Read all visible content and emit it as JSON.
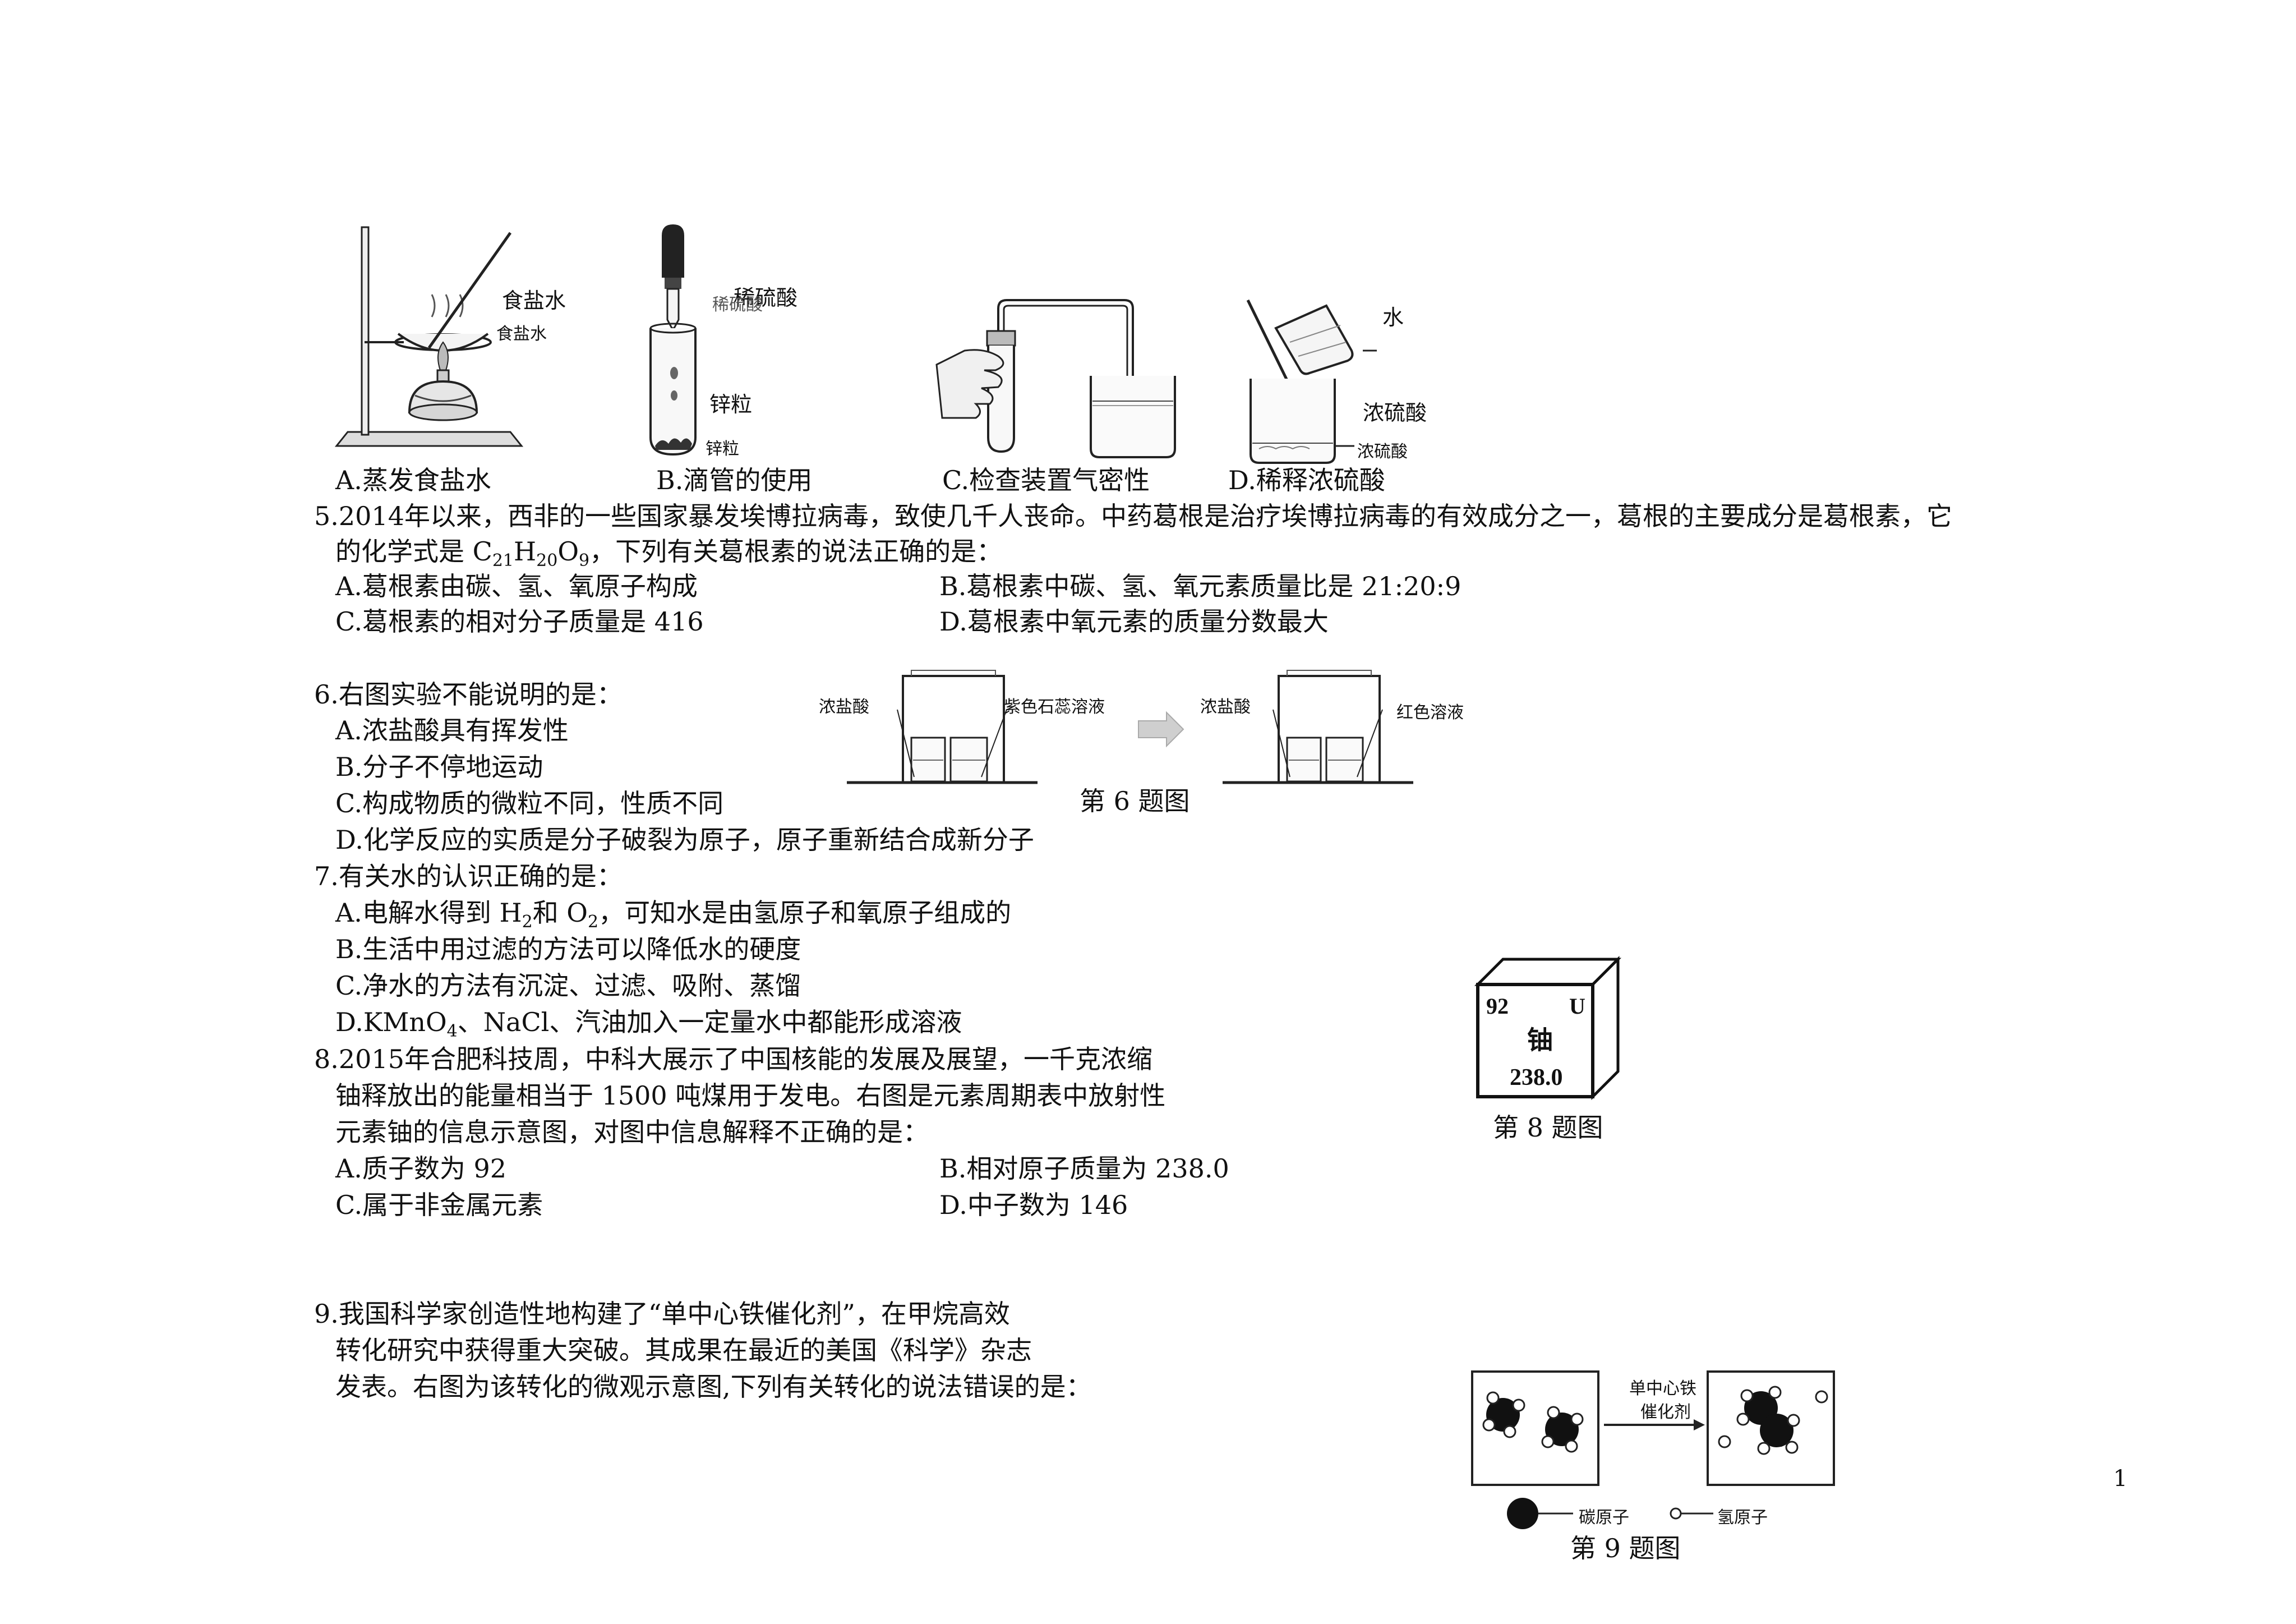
{
  "figure_apparatus": {
    "a_labels": [
      "食盐水",
      "食盐水"
    ],
    "b_labels": [
      "稀硫酸",
      "稀硫酸",
      "锌粒",
      "锌粒"
    ],
    "d_labels": [
      "水",
      "浓硫酸",
      "浓硫酸"
    ],
    "captions": [
      "A.蒸发食盐水",
      "B.滴管的使用",
      "C.检查装置气密性",
      "D.稀释浓硫酸"
    ]
  },
  "q5": {
    "stem_1": "5.2014年以来，西非的一些国家暴发埃博拉病毒，致使几千人丧命。中药葛根是治疗埃博拉病毒的有效成分之一，葛根的主要成分是葛根素，它",
    "stem_2a": "的化学式是 C",
    "sub_c": "21",
    "mid_h": "H",
    "sub_h": "20",
    "mid_o": "O",
    "sub_o": "9",
    "stem_2b": "，下列有关葛根素的说法正确的是：",
    "opt_a": "A.葛根素由碳、氢、氧原子构成",
    "opt_b": "B.葛根素中碳、氢、氧元素质量比是 21:20:9",
    "opt_c": "C.葛根素的相对分子质量是 416",
    "opt_d": "D.葛根素中氧元素的质量分数最大"
  },
  "q6": {
    "stem": "6.右图实验不能说明的是：",
    "opt_a": "A.浓盐酸具有挥发性",
    "opt_b": "B.分子不停地运动",
    "opt_c": "C.构成物质的微粒不同，性质不同",
    "opt_d": "D.化学反应的实质是分子破裂为原子，原子重新结合成新分子",
    "fig_left_acid": "浓盐酸",
    "fig_left_solution": "紫色石蕊溶液",
    "fig_right_acid": "浓盐酸",
    "fig_right_solution": "红色溶液",
    "caption": "第 6 题图"
  },
  "q7": {
    "stem": "7.有关水的认识正确的是：",
    "opt_a_1": "A.电解水得到 H",
    "opt_a_sub1": "2",
    "opt_a_2": "和 O",
    "opt_a_sub2": "2",
    "opt_a_3": "，可知水是由氢原子和氧原子组成的",
    "opt_b": "B.生活中用过滤的方法可以降低水的硬度",
    "opt_c": "C.净水的方法有沉淀、过滤、吸附、蒸馏",
    "opt_d_1": "D.KMnO",
    "opt_d_sub": "4",
    "opt_d_2": "、NaCl、汽油加入一定量水中都能形成溶液"
  },
  "q8": {
    "stem_1": "8.2015年合肥科技周，中科大展示了中国核能的发展及展望，一千克浓缩",
    "stem_2": "铀释放出的能量相当于 1500 吨煤用于发电。右图是元素周期表中放射性",
    "stem_3": "元素铀的信息示意图，对图中信息解释不正确的是：",
    "opt_a": "A.质子数为 92",
    "opt_b": "B.相对原子质量为 238.0",
    "opt_c": "C.属于非金属元素",
    "opt_d": "D.中子数为 146",
    "element": {
      "number": "92",
      "symbol": "U",
      "name": "铀",
      "mass": "238.0"
    },
    "caption": "第 8 题图"
  },
  "q9": {
    "stem_1": "9.我国科学家创造性地构建了“单中心铁催化剂”，在甲烷高效",
    "stem_2": "转化研究中获得重大突破。其成果在最近的美国《科学》杂志",
    "stem_3": "发表。右图为该转化的微观示意图,下列有关转化的说法错误的是：",
    "catalyst_1": "单中心铁",
    "catalyst_2": "催化剂",
    "legend_carbon": "碳原子",
    "legend_hydrogen": "氢原子",
    "caption": "第 9 题图"
  },
  "page_number": "1"
}
